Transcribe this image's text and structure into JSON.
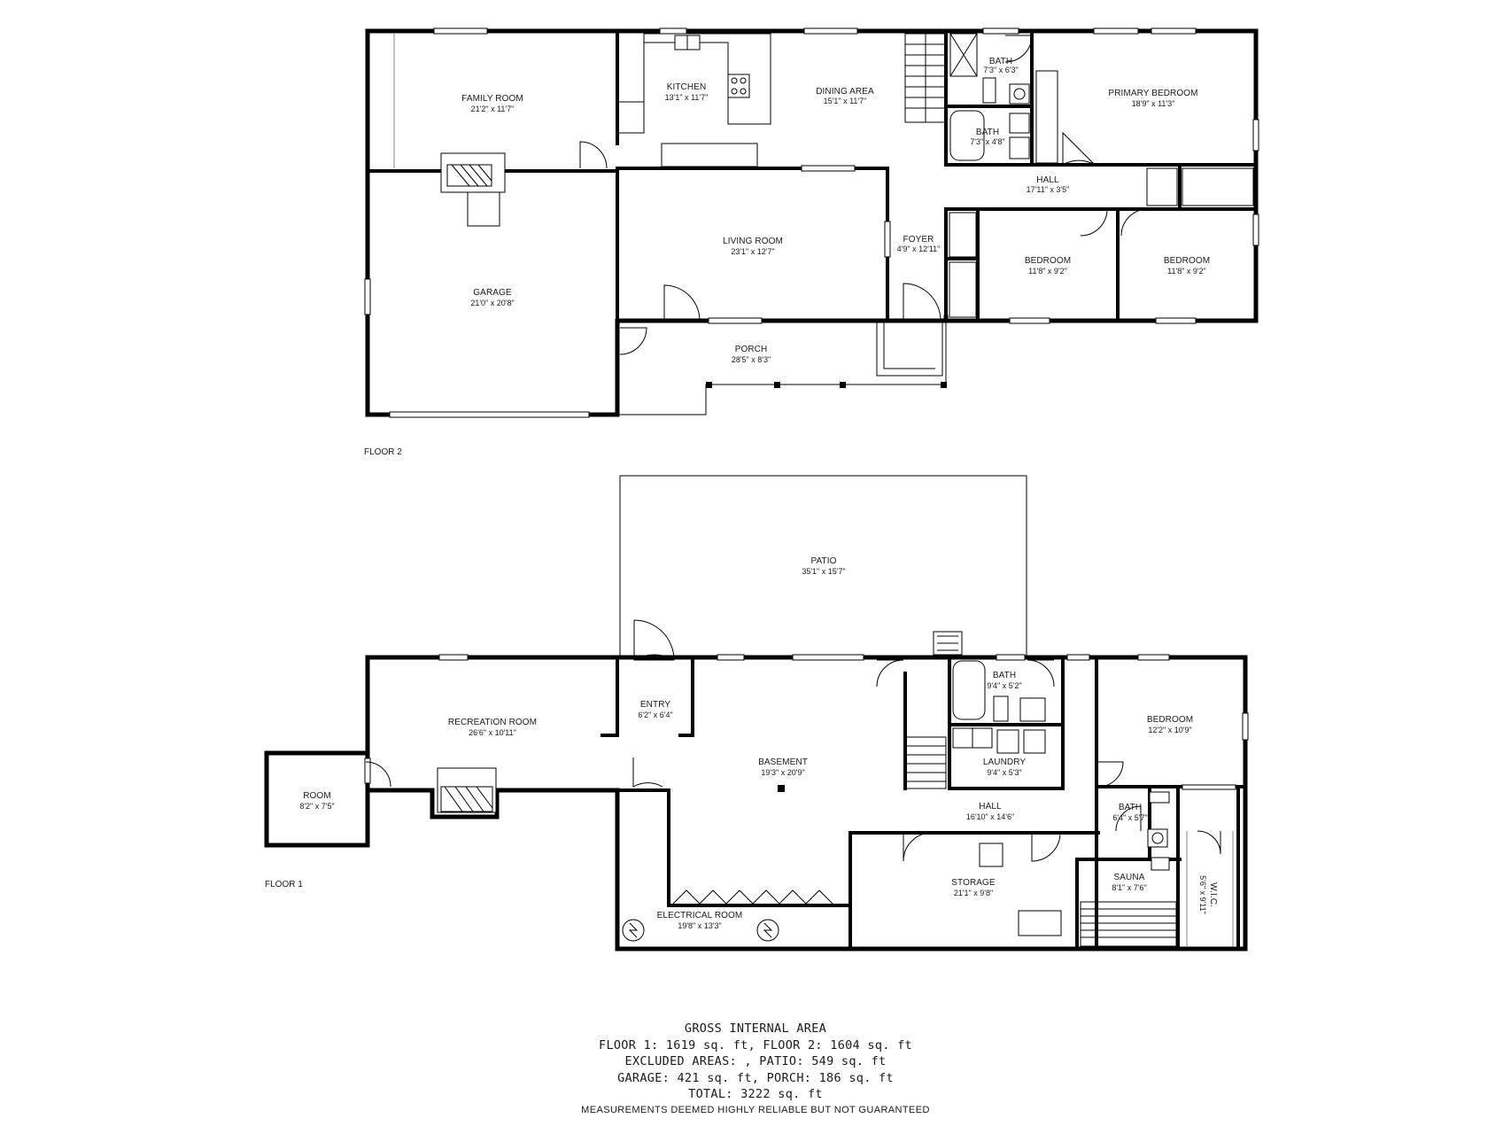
{
  "floors": {
    "floor2": {
      "label": "FLOOR 2",
      "rooms": {
        "family_room": {
          "name": "FAMILY ROOM",
          "dim": "21'2\" x 11'7\""
        },
        "kitchen": {
          "name": "KITCHEN",
          "dim": "13'1\" x 11'7\""
        },
        "dining_area": {
          "name": "DINING AREA",
          "dim": "15'1\" x 11'7\""
        },
        "bath_top": {
          "name": "BATH",
          "dim": "7'3\" x 6'3\""
        },
        "bath_mid": {
          "name": "BATH",
          "dim": "7'3\" x 4'8\""
        },
        "primary_bedroom": {
          "name": "PRIMARY BEDROOM",
          "dim": "18'9\" x 11'3\""
        },
        "hall": {
          "name": "HALL",
          "dim": "17'11\" x 3'5\""
        },
        "garage": {
          "name": "GARAGE",
          "dim": "21'0\" x 20'8\""
        },
        "living_room": {
          "name": "LIVING ROOM",
          "dim": "23'1\" x 12'7\""
        },
        "foyer": {
          "name": "FOYER",
          "dim": "4'9\" x 12'11\""
        },
        "bedroom_a": {
          "name": "BEDROOM",
          "dim": "11'8\" x 9'2\""
        },
        "bedroom_b": {
          "name": "BEDROOM",
          "dim": "11'8\" x 9'2\""
        },
        "porch": {
          "name": "PORCH",
          "dim": "28'5\" x 8'3\""
        }
      }
    },
    "floor1": {
      "label": "FLOOR 1",
      "rooms": {
        "patio": {
          "name": "PATIO",
          "dim": "35'1\" x 15'7\""
        },
        "recreation_room": {
          "name": "RECREATION ROOM",
          "dim": "26'6\" x 10'11\""
        },
        "entry": {
          "name": "ENTRY",
          "dim": "6'2\" x 6'4\""
        },
        "basement": {
          "name": "BASEMENT",
          "dim": "19'3\" x 20'9\""
        },
        "bath_a": {
          "name": "BATH",
          "dim": "9'4\" x 5'2\""
        },
        "laundry": {
          "name": "LAUNDRY",
          "dim": "9'4\" x 5'3\""
        },
        "bedroom": {
          "name": "BEDROOM",
          "dim": "12'2\" x 10'9\""
        },
        "room": {
          "name": "ROOM",
          "dim": "8'2\" x 7'5\""
        },
        "hall": {
          "name": "HALL",
          "dim": "16'10\" x 14'6\""
        },
        "bath_b": {
          "name": "BATH",
          "dim": "6'4\" x 5'7\""
        },
        "storage": {
          "name": "STORAGE",
          "dim": "21'1\" x 9'8\""
        },
        "sauna": {
          "name": "SAUNA",
          "dim": "8'1\" x 7'6\""
        },
        "wic": {
          "name": "W.I.C.",
          "dim": "5'6\" x 9'11\""
        },
        "electrical_room": {
          "name": "ELECTRICAL ROOM",
          "dim": "19'8\" x 13'3\""
        }
      }
    }
  },
  "summary": {
    "title": "GROSS INTERNAL AREA",
    "line1": "FLOOR 1: 1619 sq. ft, FLOOR 2: 1604 sq. ft",
    "line2": "EXCLUDED AREAS: , PATIO: 549 sq. ft",
    "line3": "GARAGE: 421 sq. ft, PORCH: 186 sq. ft",
    "line4": "TOTAL: 3222 sq. ft",
    "note": "MEASUREMENTS DEEMED HIGHLY RELIABLE BUT NOT GUARANTEED"
  }
}
